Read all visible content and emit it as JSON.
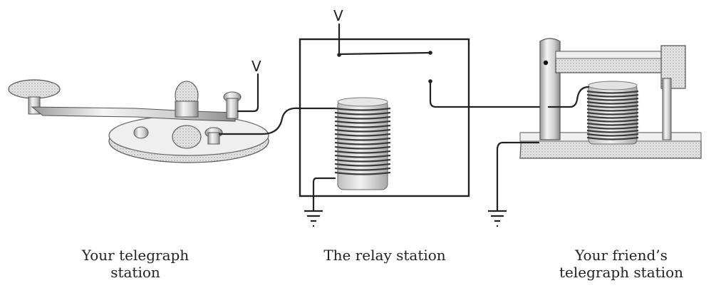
{
  "labels": {
    "voltage_symbol": "V"
  },
  "captions": {
    "left": "Your telegraph\nstation",
    "middle": "The relay station",
    "right": "Your friend’s\ntelegraph station"
  }
}
